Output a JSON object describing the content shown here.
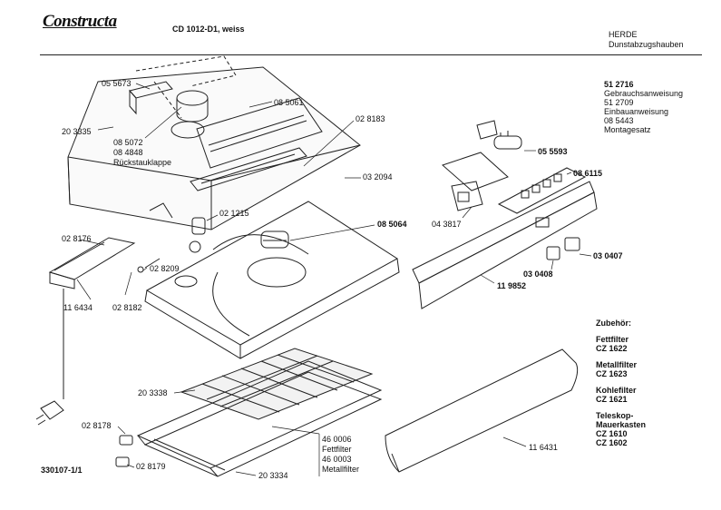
{
  "header": {
    "brand": "Constructa",
    "model": "CD 1012-D1, weiss",
    "category_line1": "HERDE",
    "category_line2": "Dunstabzugshauben"
  },
  "documents": [
    {
      "code": "51 2716",
      "desc": "Gebrauchsanweisung"
    },
    {
      "code": "51 2709",
      "desc": "Einbauanweisung"
    },
    {
      "code": "08 5443",
      "desc": "Montagesatz"
    }
  ],
  "accessories": {
    "title": "Zubehör:",
    "groups": [
      {
        "name": "Fettfilter",
        "codes": [
          "CZ 1622"
        ]
      },
      {
        "name": "Metallfilter",
        "codes": [
          "CZ 1623"
        ]
      },
      {
        "name": "Kohlefilter",
        "codes": [
          "CZ 1621"
        ]
      },
      {
        "name": "Teleskop-",
        "name2": "Mauerkasten",
        "codes": [
          "CZ 1610",
          "CZ 1602"
        ]
      }
    ]
  },
  "part_labels": {
    "p055673": "05 5673",
    "p203335": "20 3335",
    "p085072": "08 5072",
    "p084848": "08 4848",
    "rueck": "Rückstauklappe",
    "p085061": "08 5061",
    "p028183": "02 8183",
    "p032094": "03 2094",
    "p021215": "02 1215",
    "p085064": "08 5064",
    "p028176": "02 8176",
    "p028209": "02 8209",
    "p116434": "11 6434",
    "p028182": "02 8182",
    "p055593": "05 5593",
    "p086115": "08 6115",
    "p043817": "04 3817",
    "p030407": "03 0407",
    "p030408": "03 0408",
    "p119852": "11 9852",
    "p203338": "20 3338",
    "p028178": "02 8178",
    "p028179": "02 8179",
    "p203334": "20 3334",
    "p460006": "46 0006",
    "fett": "Fettfilter",
    "p460003": "46 0003",
    "metall": "Metallfilter",
    "p116431": "11 6431"
  },
  "footer": {
    "drawing_id": "330107-1/1"
  }
}
